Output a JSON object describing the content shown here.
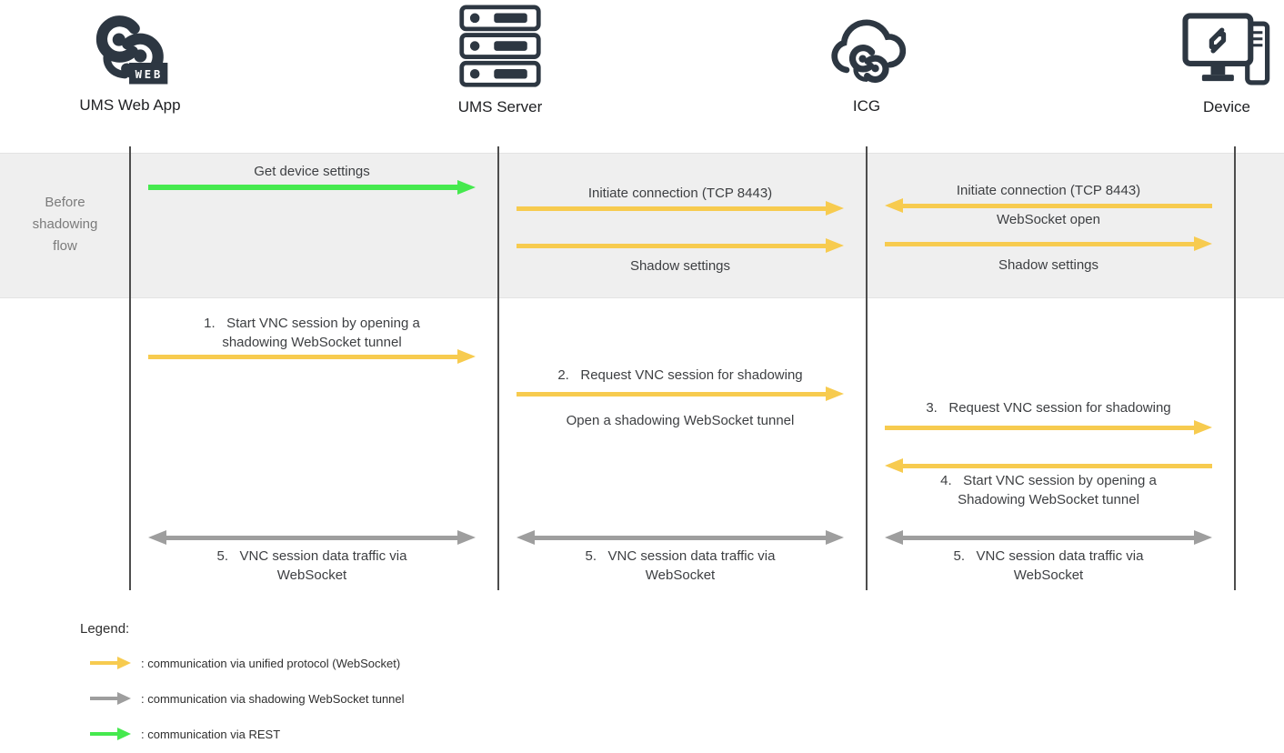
{
  "actors": {
    "a1": "UMS Web App",
    "a2": "UMS Server",
    "a3": "ICG",
    "a4": "Device",
    "web_badge": "WEB"
  },
  "before": {
    "row_label": "Before\nshadowing\nflow",
    "get_device_settings": "Get device settings",
    "initiate_ums_icg": "Initiate connection (TCP 8443)",
    "shadow_ums_icg": "Shadow settings",
    "initiate_device_icg": "Initiate connection (TCP 8443)",
    "websocket_open": "WebSocket open",
    "shadow_icg_device": "Shadow settings"
  },
  "steps": {
    "s1": "1.   Start VNC session by opening a\nshadowing WebSocket tunnel",
    "s2": "2.   Request VNC session for shadowing",
    "s2_note": "Open a shadowing WebSocket tunnel",
    "s3": "3.   Request VNC session for shadowing",
    "s4": "4.   Start VNC session by opening a\nShadowing WebSocket tunnel",
    "s5_lane1": "5.   VNC session data traffic via\nWebSocket",
    "s5_lane2": "5.   VNC session data traffic via\nWebSocket",
    "s5_lane3": "5.   VNC session data traffic via\nWebSocket"
  },
  "legend": {
    "title": "Legend:",
    "unified": ": communication via unified protocol (WebSocket)",
    "tunnel": ": communication via shadowing WebSocket tunnel",
    "rest": ": communication via REST"
  },
  "colors": {
    "websocket_arrow": "#F7CB4F",
    "tunnel_arrow": "#9E9E9E",
    "rest_arrow": "#45E94E",
    "icon_dark": "#2D3742",
    "band_background": "#EFEFEF"
  }
}
